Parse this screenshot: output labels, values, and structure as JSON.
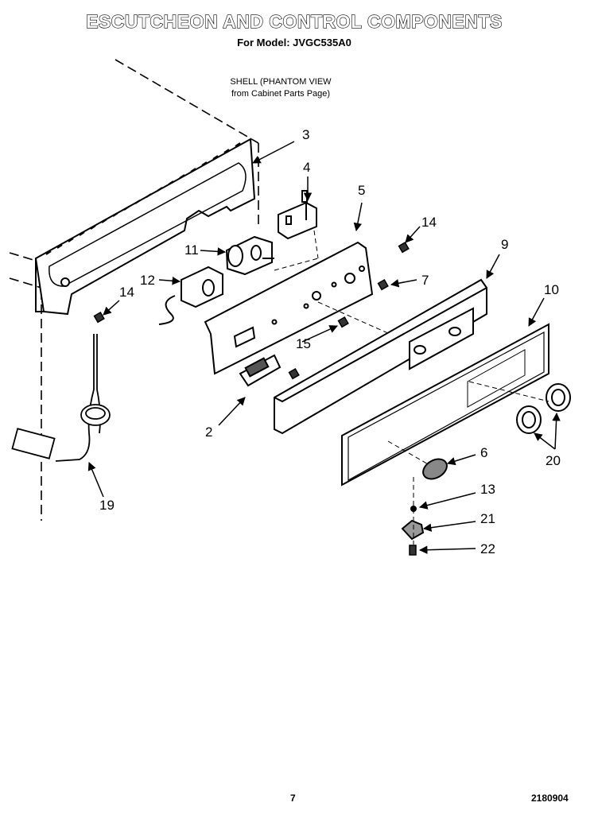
{
  "title": "ESCUTCHEON AND CONTROL COMPONENTS",
  "subtitle": "For Model: JVGC535A0",
  "shell_note": {
    "line1": "SHELL (PHANTOM VIEW",
    "line2": "from Cabinet Parts Page)"
  },
  "part_labels": {
    "p3": "3",
    "p4": "4",
    "p5": "5",
    "p14a": "14",
    "p9": "9",
    "p7": "7",
    "p10": "10",
    "p11": "11",
    "p12": "12",
    "p14b": "14",
    "p15": "15",
    "p2": "2",
    "p6": "6",
    "p20": "20",
    "p13": "13",
    "p21": "21",
    "p22": "22",
    "p19": "19"
  },
  "footer": {
    "page_number": "7",
    "document_number": "2180904"
  }
}
